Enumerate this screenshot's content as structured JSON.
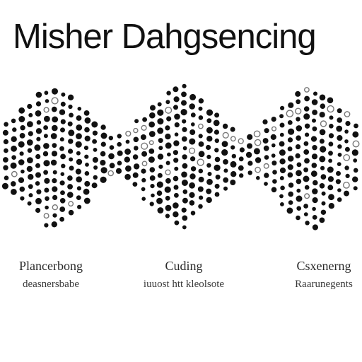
{
  "header": {
    "title": "Misher Dahgsencing"
  },
  "labels": [
    {
      "top": "Plancerbong",
      "bottom": "deasnersbabe"
    },
    {
      "top": "Cuding",
      "bottom": "iuuost htt kleolsote"
    },
    {
      "top": "Csxenerng",
      "bottom": "Raarunegents"
    }
  ],
  "colors": {
    "ink": "#111111",
    "ring": "#777777",
    "label": "#333333"
  },
  "pattern": {
    "wave_count": 3,
    "motif": "halftone dot waves"
  }
}
